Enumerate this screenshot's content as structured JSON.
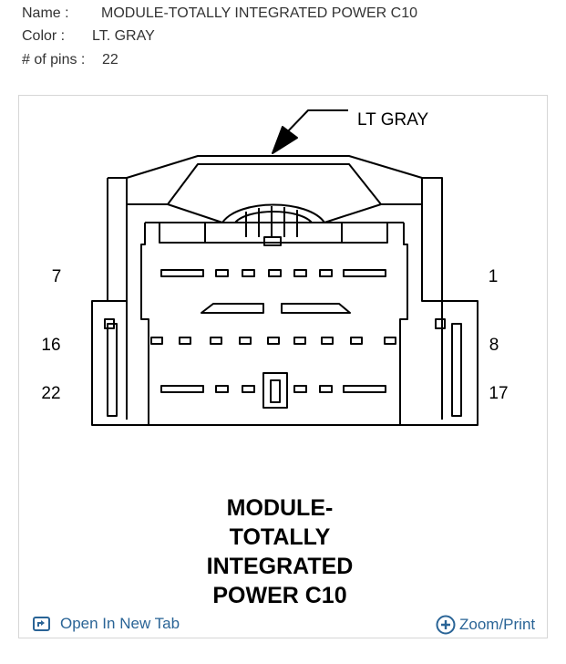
{
  "info": {
    "name_label": "Name :",
    "name_value": "MODULE-TOTALLY INTEGRATED POWER C10",
    "color_label": "Color :",
    "color_value": "LT. GRAY",
    "pins_label": "# of pins :",
    "pins_value": "22"
  },
  "diagram": {
    "color_callout": "LT GRAY",
    "pin_labels": {
      "top_left": "7",
      "top_right": "1",
      "mid_left": "16",
      "mid_right": "8",
      "bottom_left": "22",
      "bottom_right": "17"
    },
    "caption_lines": [
      "MODULE-",
      "TOTALLY",
      "INTEGRATED",
      "POWER C10"
    ]
  },
  "footer": {
    "open_label": "Open In New Tab",
    "zoom_label": "Zoom/Print",
    "link_color": "#2a6496"
  }
}
